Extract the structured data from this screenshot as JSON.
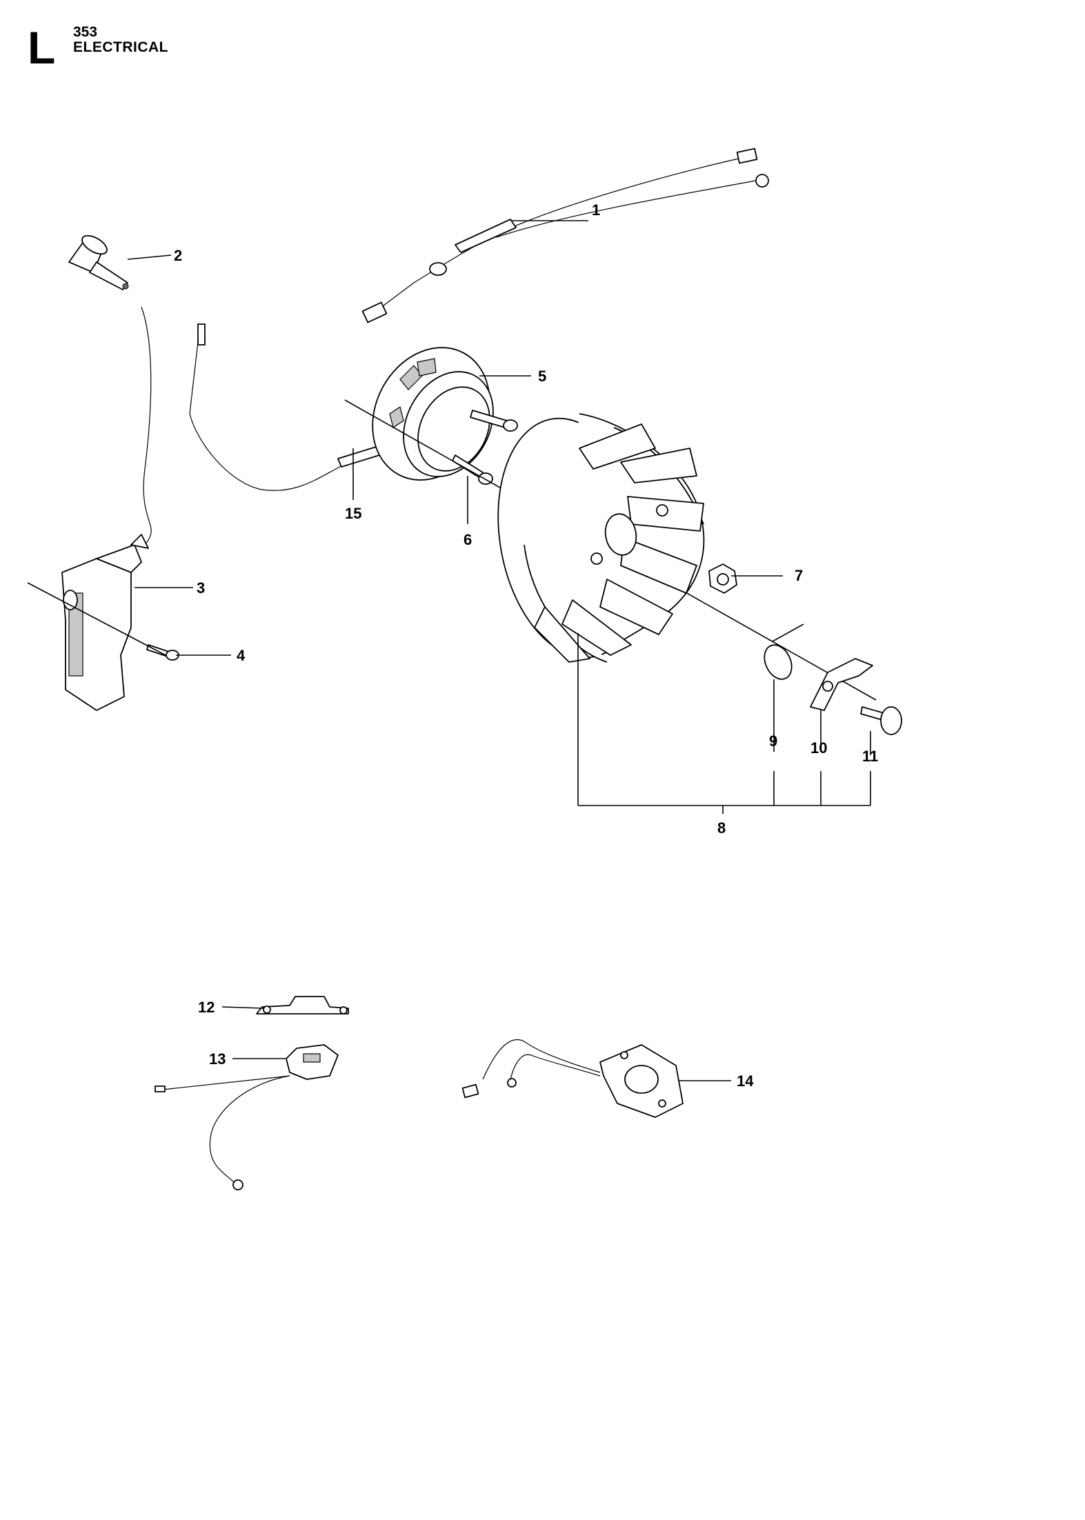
{
  "header": {
    "section_letter": "L",
    "model_number": "353",
    "section_title": "ELECTRICAL"
  },
  "callouts": [
    {
      "id": "1",
      "label": "1"
    },
    {
      "id": "2",
      "label": "2"
    },
    {
      "id": "3",
      "label": "3"
    },
    {
      "id": "4",
      "label": "4"
    },
    {
      "id": "5",
      "label": "5"
    },
    {
      "id": "6",
      "label": "6"
    },
    {
      "id": "7",
      "label": "7"
    },
    {
      "id": "8",
      "label": "8"
    },
    {
      "id": "9",
      "label": "9"
    },
    {
      "id": "10",
      "label": "10"
    },
    {
      "id": "11",
      "label": "11"
    },
    {
      "id": "12",
      "label": "12"
    },
    {
      "id": "13",
      "label": "13"
    },
    {
      "id": "14",
      "label": "14"
    },
    {
      "id": "15",
      "label": "15"
    }
  ]
}
